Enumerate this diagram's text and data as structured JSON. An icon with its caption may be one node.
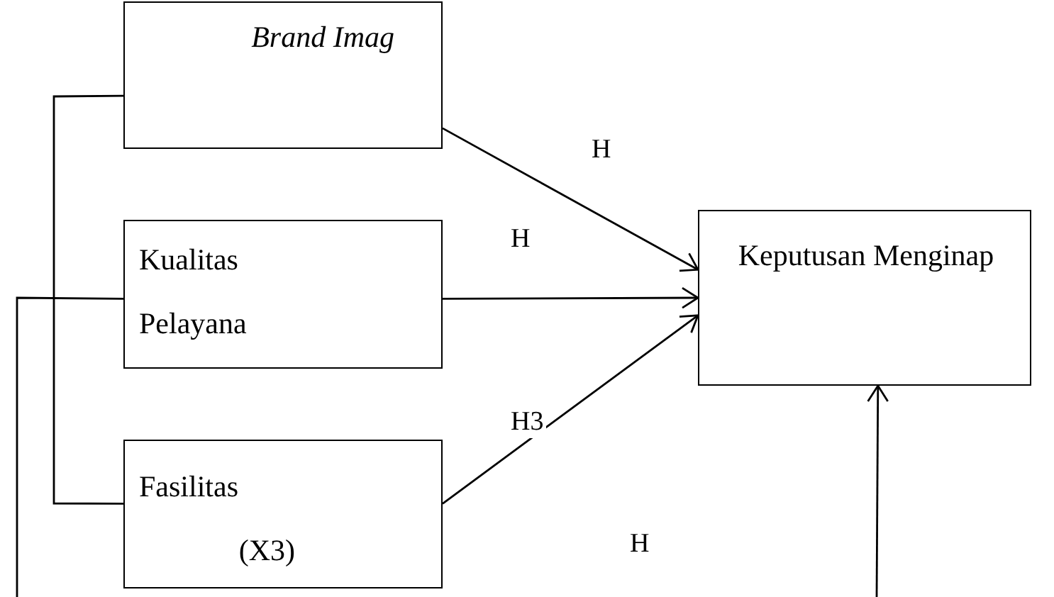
{
  "diagram": {
    "nodes": [
      {
        "text": [
          "Brand Imag"
        ]
      },
      {
        "text": [
          "Kualitas Pelayana"
        ]
      },
      {
        "text": [
          "Fasilitas (X3)"
        ]
      },
      {
        "text": [
          "Keputusan Menginap"
        ]
      }
    ],
    "edges": [
      {
        "from": 0,
        "to": 3,
        "arrow": "to",
        "label": "H"
      },
      {
        "from": 1,
        "to": 3,
        "arrow": "to",
        "label": "H"
      },
      {
        "from": 2,
        "to": 3,
        "arrow": "to",
        "label": "H3"
      },
      {
        "from": null,
        "to": 3,
        "arrow": "to"
      },
      {
        "from": 0,
        "to": 2,
        "arrow": "none"
      },
      {
        "from": 1,
        "to": null,
        "arrow": "none"
      }
    ],
    "labels": [
      "H"
    ]
  }
}
